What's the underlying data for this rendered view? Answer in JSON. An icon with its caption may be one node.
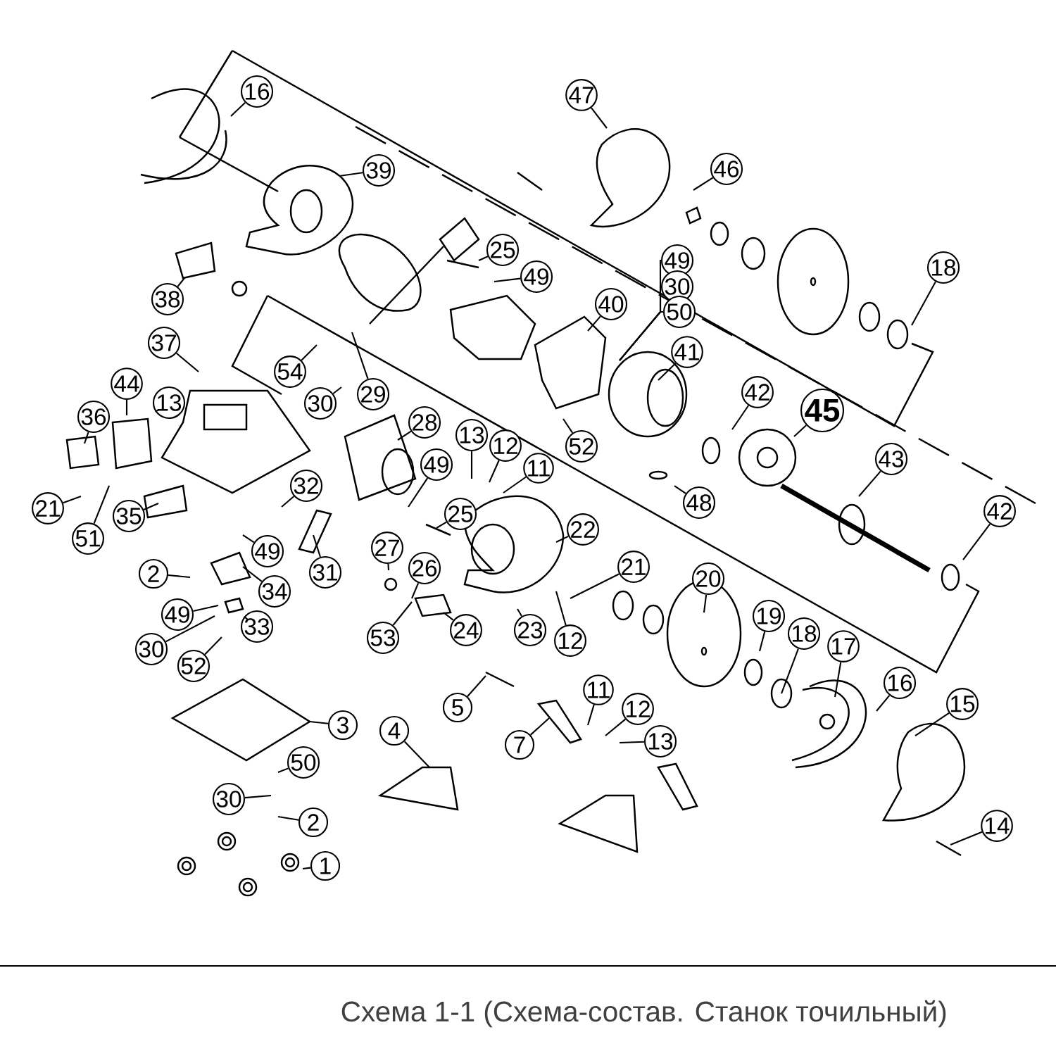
{
  "diagram": {
    "caption": "Схема 1-1 (Схема-состав. Станок точильный)",
    "nodes": [
      {
        "text": [
          "16"
        ]
      },
      {
        "text": [
          "39"
        ]
      },
      {
        "text": [
          "47"
        ]
      },
      {
        "text": [
          "46"
        ]
      },
      {
        "text": [
          "18"
        ]
      },
      {
        "text": [
          "25"
        ]
      },
      {
        "text": [
          "49"
        ]
      },
      {
        "text": [
          "49"
        ]
      },
      {
        "text": [
          "30"
        ]
      },
      {
        "text": [
          "50"
        ]
      },
      {
        "text": [
          "40"
        ]
      },
      {
        "text": [
          "38"
        ]
      },
      {
        "text": [
          "37"
        ]
      },
      {
        "text": [
          "54"
        ]
      },
      {
        "text": [
          "29"
        ]
      },
      {
        "text": [
          "30"
        ]
      },
      {
        "text": [
          "44"
        ]
      },
      {
        "text": [
          "13"
        ]
      },
      {
        "text": [
          "36"
        ]
      },
      {
        "text": [
          "41"
        ]
      },
      {
        "text": [
          "42"
        ]
      },
      {
        "text": [
          "45"
        ]
      },
      {
        "text": [
          "28"
        ]
      },
      {
        "text": [
          "13"
        ]
      },
      {
        "text": [
          "12"
        ]
      },
      {
        "text": [
          "11"
        ]
      },
      {
        "text": [
          "52"
        ]
      },
      {
        "text": [
          "48"
        ]
      },
      {
        "text": [
          "43"
        ]
      },
      {
        "text": [
          "42"
        ]
      },
      {
        "text": [
          "21"
        ]
      },
      {
        "text": [
          "35"
        ]
      },
      {
        "text": [
          "51"
        ]
      },
      {
        "text": [
          "32"
        ]
      },
      {
        "text": [
          "49"
        ]
      },
      {
        "text": [
          "25"
        ]
      },
      {
        "text": [
          "49"
        ]
      },
      {
        "text": [
          "31"
        ]
      },
      {
        "text": [
          "2"
        ]
      },
      {
        "text": [
          "34"
        ]
      },
      {
        "text": [
          "27"
        ]
      },
      {
        "text": [
          "26"
        ]
      },
      {
        "text": [
          "22"
        ]
      },
      {
        "text": [
          "21"
        ]
      },
      {
        "text": [
          "23"
        ]
      },
      {
        "text": [
          "12"
        ]
      },
      {
        "text": [
          "24"
        ]
      },
      {
        "text": [
          "53"
        ]
      },
      {
        "text": [
          "49"
        ]
      },
      {
        "text": [
          "33"
        ]
      },
      {
        "text": [
          "30"
        ]
      },
      {
        "text": [
          "52"
        ]
      },
      {
        "text": [
          "20"
        ]
      },
      {
        "text": [
          "19"
        ]
      },
      {
        "text": [
          "18"
        ]
      },
      {
        "text": [
          "17"
        ]
      },
      {
        "text": [
          "16"
        ]
      },
      {
        "text": [
          "15"
        ]
      },
      {
        "text": [
          "3"
        ]
      },
      {
        "text": [
          "5"
        ]
      },
      {
        "text": [
          "4"
        ]
      },
      {
        "text": [
          "7"
        ]
      },
      {
        "text": [
          "11"
        ]
      },
      {
        "text": [
          "12"
        ]
      },
      {
        "text": [
          "13"
        ]
      },
      {
        "text": [
          "50"
        ]
      },
      {
        "text": [
          "30"
        ]
      },
      {
        "text": [
          "2"
        ]
      },
      {
        "text": [
          "1"
        ]
      },
      {
        "text": [
          "14"
        ]
      }
    ],
    "edges": [
      {
        "from": 0,
        "to": null,
        "arrow": "none"
      },
      {
        "from": 1,
        "to": null,
        "arrow": "none"
      },
      {
        "from": 2,
        "to": null,
        "arrow": "none"
      },
      {
        "from": 3,
        "to": null,
        "arrow": "none"
      },
      {
        "from": 4,
        "to": null,
        "arrow": "none"
      },
      {
        "from": 5,
        "to": null,
        "arrow": "none"
      },
      {
        "from": 6,
        "to": null,
        "arrow": "none"
      },
      {
        "from": 7,
        "to": null,
        "arrow": "none"
      },
      {
        "from": 8,
        "to": null,
        "arrow": "none"
      },
      {
        "from": 9,
        "to": null,
        "arrow": "none"
      },
      {
        "from": 10,
        "to": null,
        "arrow": "none"
      },
      {
        "from": 11,
        "to": null,
        "arrow": "none"
      },
      {
        "from": 12,
        "to": null,
        "arrow": "none"
      },
      {
        "from": 13,
        "to": null,
        "arrow": "none"
      },
      {
        "from": 14,
        "to": null,
        "arrow": "none"
      },
      {
        "from": 15,
        "to": null,
        "arrow": "none"
      },
      {
        "from": 16,
        "to": null,
        "arrow": "none"
      },
      {
        "from": 17,
        "to": null,
        "arrow": "none"
      },
      {
        "from": 18,
        "to": null,
        "arrow": "none"
      },
      {
        "from": 19,
        "to": null,
        "arrow": "none"
      },
      {
        "from": 20,
        "to": null,
        "arrow": "none"
      },
      {
        "from": 21,
        "to": null,
        "arrow": "none"
      },
      {
        "from": 22,
        "to": null,
        "arrow": "none"
      },
      {
        "from": 23,
        "to": null,
        "arrow": "none"
      },
      {
        "from": 24,
        "to": null,
        "arrow": "none"
      },
      {
        "from": 25,
        "to": null,
        "arrow": "none"
      },
      {
        "from": 26,
        "to": null,
        "arrow": "none"
      },
      {
        "from": 27,
        "to": null,
        "arrow": "none"
      },
      {
        "from": 28,
        "to": null,
        "arrow": "none"
      },
      {
        "from": 29,
        "to": null,
        "arrow": "none"
      },
      {
        "from": 30,
        "to": null,
        "arrow": "none"
      },
      {
        "from": 31,
        "to": null,
        "arrow": "none"
      },
      {
        "from": 32,
        "to": null,
        "arrow": "none"
      },
      {
        "from": 33,
        "to": null,
        "arrow": "none"
      },
      {
        "from": 34,
        "to": null,
        "arrow": "none"
      },
      {
        "from": 35,
        "to": null,
        "arrow": "none"
      },
      {
        "from": 36,
        "to": null,
        "arrow": "none"
      },
      {
        "from": 37,
        "to": null,
        "arrow": "none"
      },
      {
        "from": 38,
        "to": null,
        "arrow": "none"
      },
      {
        "from": 39,
        "to": null,
        "arrow": "none"
      },
      {
        "from": 40,
        "to": null,
        "arrow": "none"
      },
      {
        "from": 41,
        "to": null,
        "arrow": "none"
      },
      {
        "from": 42,
        "to": null,
        "arrow": "none"
      },
      {
        "from": 43,
        "to": null,
        "arrow": "none"
      },
      {
        "from": 44,
        "to": null,
        "arrow": "none"
      },
      {
        "from": 45,
        "to": null,
        "arrow": "none"
      },
      {
        "from": 46,
        "to": null,
        "arrow": "none"
      },
      {
        "from": 47,
        "to": null,
        "arrow": "none"
      },
      {
        "from": 48,
        "to": null,
        "arrow": "none"
      },
      {
        "from": 49,
        "to": null,
        "arrow": "none"
      },
      {
        "from": 50,
        "to": null,
        "arrow": "none"
      },
      {
        "from": 51,
        "to": null,
        "arrow": "none"
      },
      {
        "from": 52,
        "to": null,
        "arrow": "none"
      },
      {
        "from": 53,
        "to": null,
        "arrow": "none"
      },
      {
        "from": 54,
        "to": null,
        "arrow": "none"
      },
      {
        "from": 55,
        "to": null,
        "arrow": "none"
      },
      {
        "from": 56,
        "to": null,
        "arrow": "none"
      },
      {
        "from": 57,
        "to": null,
        "arrow": "none"
      },
      {
        "from": 58,
        "to": null,
        "arrow": "none"
      },
      {
        "from": 59,
        "to": null,
        "arrow": "none"
      },
      {
        "from": 60,
        "to": null,
        "arrow": "none"
      },
      {
        "from": 61,
        "to": null,
        "arrow": "none"
      },
      {
        "from": 62,
        "to": null,
        "arrow": "none"
      },
      {
        "from": 63,
        "to": null,
        "arrow": "none"
      },
      {
        "from": 64,
        "to": null,
        "arrow": "none"
      },
      {
        "from": 65,
        "to": null,
        "arrow": "none"
      },
      {
        "from": 66,
        "to": null,
        "arrow": "none"
      },
      {
        "from": 67,
        "to": null,
        "arrow": "none"
      },
      {
        "from": 68,
        "to": null,
        "arrow": "none"
      },
      {
        "from": 69,
        "to": null,
        "arrow": "none"
      }
    ]
  }
}
